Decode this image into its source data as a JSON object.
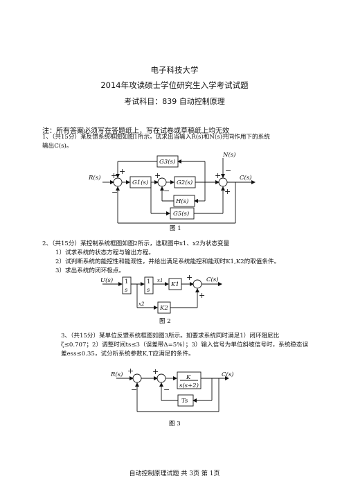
{
  "header": {
    "university": "电子科技大学",
    "exam_title": "2014年攻读硕士学位研究生入学考试试题",
    "subject": "考试科目：839 自动控制原理"
  },
  "note": "注：所有答案必须写在答题纸上，写在试卷或草稿纸上均无效",
  "q1": {
    "line1": "1、（共15分）某反馈系统框图如图1所示。试求出当输入R(s)和N(s)共同作用下的系统",
    "line2": "输出C(s)。",
    "fig": {
      "G3": "G3(s)",
      "G1": "G1(s)",
      "G2": "G2(s)",
      "H": "H(s)",
      "G5": "G5(s)",
      "R": "R(s)",
      "C": "C(s)",
      "N": "N(s)",
      "plus": "+",
      "minus": "−",
      "caption": "图 1"
    }
  },
  "q2": {
    "line1": "2、（共15分）某控制系统框图如图2所示，选取图中x1、x2为状态变量",
    "item1": "1）试求系统的状态方程与输出方程。",
    "item2": "2）试判断系统的能控性和能观性，并给出满足系统能控和能观时K1,K2的取值条件。",
    "item3": "3）求出系统的闭环极点。",
    "fig": {
      "U": "U(s)",
      "C": "C(s)",
      "one": "1",
      "s": "s",
      "K1": "K1",
      "K2": "K2",
      "x1": "x1",
      "x2": "x2",
      "plus": "+",
      "caption": "图 2"
    }
  },
  "q3": {
    "line1": "3、（共15分）某单位反馈系统框图如图3所示。如要求系统同时满足1）闭环阻尼比",
    "line2": "ζ≤0.707；2）调整时间ts≤3（误差带Δ=5%）；3）输入信号为单位斜坡信号时，系统稳态误",
    "line3": "差ess≤0.35，试分析系统参数K,T应满足的条件。",
    "fig": {
      "R": "R(s)",
      "C": "C(s)",
      "K": "K",
      "den": "s(s+2)",
      "Ts": "Ts",
      "plus": "+",
      "minus": "−",
      "caption": "图 3"
    }
  },
  "footer": "自动控制原理试题  共 3页  第 1页"
}
